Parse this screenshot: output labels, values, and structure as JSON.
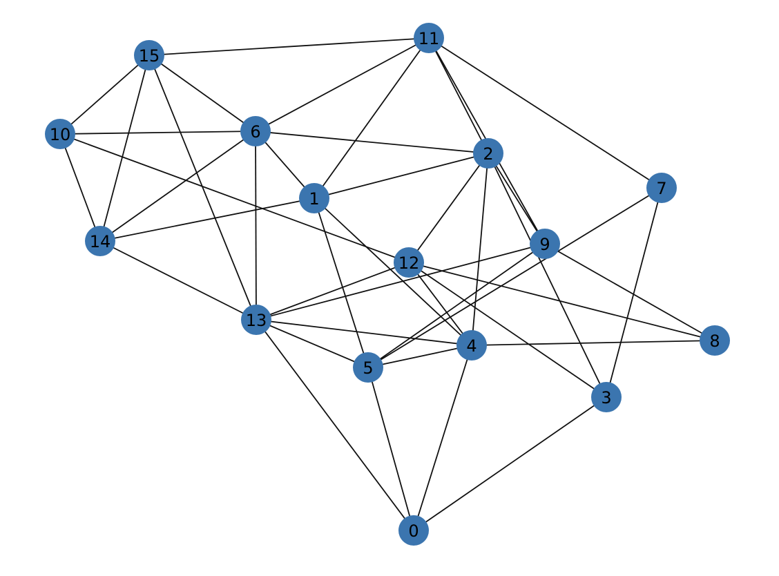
{
  "graph": {
    "node_color": "#3b75af",
    "edge_color": "#111111",
    "label_color": "#000000",
    "nodes": [
      {
        "id": "0",
        "label": "0"
      },
      {
        "id": "1",
        "label": "1"
      },
      {
        "id": "2",
        "label": "2"
      },
      {
        "id": "3",
        "label": "3"
      },
      {
        "id": "4",
        "label": "4"
      },
      {
        "id": "5",
        "label": "5"
      },
      {
        "id": "6",
        "label": "6"
      },
      {
        "id": "7",
        "label": "7"
      },
      {
        "id": "8",
        "label": "8"
      },
      {
        "id": "9",
        "label": "9"
      },
      {
        "id": "10",
        "label": "10"
      },
      {
        "id": "11",
        "label": "11"
      },
      {
        "id": "12",
        "label": "12"
      },
      {
        "id": "13",
        "label": "13"
      },
      {
        "id": "14",
        "label": "14"
      },
      {
        "id": "15",
        "label": "15"
      }
    ],
    "edges": [
      [
        "15",
        "11"
      ],
      [
        "15",
        "10"
      ],
      [
        "15",
        "14"
      ],
      [
        "15",
        "6"
      ],
      [
        "15",
        "13"
      ],
      [
        "11",
        "6"
      ],
      [
        "11",
        "1"
      ],
      [
        "11",
        "2"
      ],
      [
        "11",
        "9"
      ],
      [
        "11",
        "7"
      ],
      [
        "10",
        "6"
      ],
      [
        "10",
        "14"
      ],
      [
        "10",
        "12"
      ],
      [
        "6",
        "14"
      ],
      [
        "6",
        "2"
      ],
      [
        "6",
        "1"
      ],
      [
        "6",
        "13"
      ],
      [
        "2",
        "1"
      ],
      [
        "2",
        "12"
      ],
      [
        "2",
        "4"
      ],
      [
        "2",
        "9"
      ],
      [
        "2",
        "3"
      ],
      [
        "1",
        "14"
      ],
      [
        "1",
        "5"
      ],
      [
        "1",
        "4"
      ],
      [
        "14",
        "13"
      ],
      [
        "12",
        "4"
      ],
      [
        "12",
        "3"
      ],
      [
        "12",
        "8"
      ],
      [
        "12",
        "13"
      ],
      [
        "9",
        "13"
      ],
      [
        "9",
        "5"
      ],
      [
        "9",
        "8"
      ],
      [
        "7",
        "5"
      ],
      [
        "7",
        "3"
      ],
      [
        "13",
        "5"
      ],
      [
        "13",
        "4"
      ],
      [
        "13",
        "0"
      ],
      [
        "5",
        "4"
      ],
      [
        "5",
        "0"
      ],
      [
        "4",
        "8"
      ],
      [
        "4",
        "0"
      ],
      [
        "3",
        "0"
      ]
    ]
  }
}
